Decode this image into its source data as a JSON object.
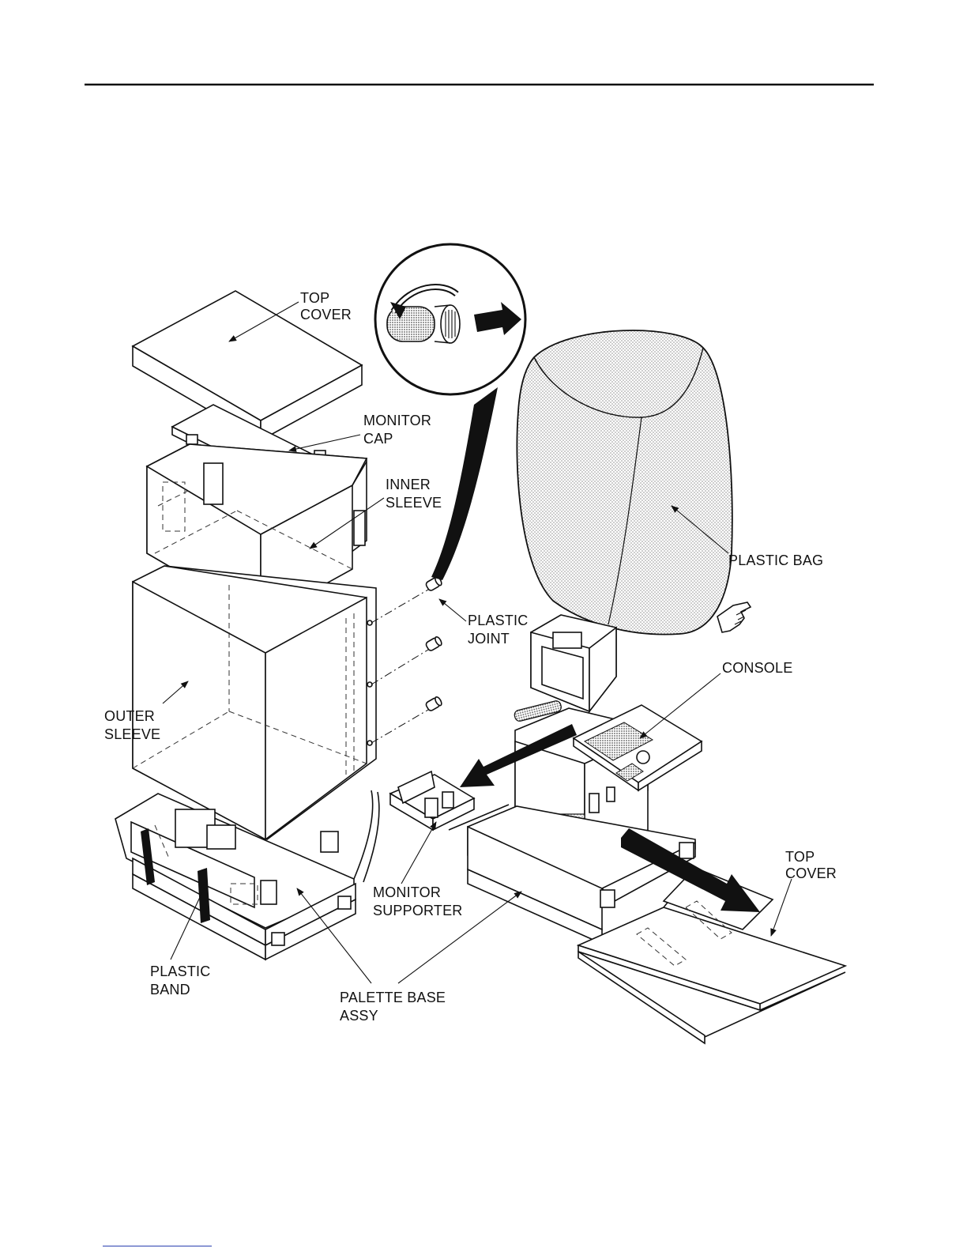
{
  "diagram": {
    "labels": {
      "top_cover_1": [
        "TOP",
        "COVER"
      ],
      "monitor_cap": [
        "MONITOR",
        "CAP"
      ],
      "inner_sleeve": [
        "INNER",
        "SLEEVE"
      ],
      "outer_sleeve": [
        "OUTER",
        "SLEEVE"
      ],
      "plastic_joint": [
        "PLASTIC",
        "JOINT"
      ],
      "plastic_bag": [
        "PLASTIC BAG"
      ],
      "console": [
        "CONSOLE"
      ],
      "monitor_supporter": [
        "MONITOR",
        "SUPPORTER"
      ],
      "top_cover_2": [
        "TOP",
        "COVER"
      ],
      "plastic_band": [
        "PLASTIC",
        "BAND"
      ],
      "palette_base": [
        "PALETTE BASE",
        "ASSY"
      ]
    }
  },
  "colors": {
    "line": "#111111",
    "stipple": "#9a9a9a",
    "footer_rule": "#2a3fb0"
  }
}
